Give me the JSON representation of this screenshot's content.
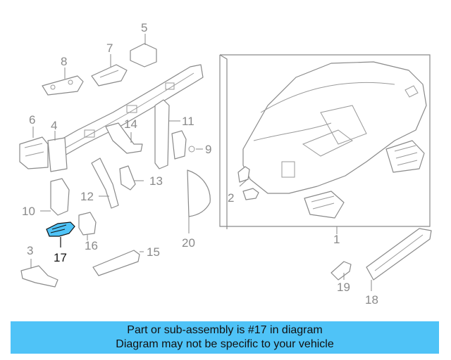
{
  "callouts": {
    "c1": "1",
    "c2": "2",
    "c3": "3",
    "c4": "4",
    "c5": "5",
    "c6": "6",
    "c7": "7",
    "c8": "8",
    "c9": "9",
    "c10": "10",
    "c11": "11",
    "c12": "12",
    "c13": "13",
    "c14": "14",
    "c15": "15",
    "c16": "16",
    "c17": "17",
    "c18": "18",
    "c19": "19",
    "c20": "20"
  },
  "highlight": {
    "part": "17",
    "color": "#4fc3f7"
  },
  "banner": {
    "line1": "Part or sub-assembly is #17 in diagram",
    "line2": "Diagram may not be specific to your vehicle",
    "background": "#4fc3f7"
  }
}
